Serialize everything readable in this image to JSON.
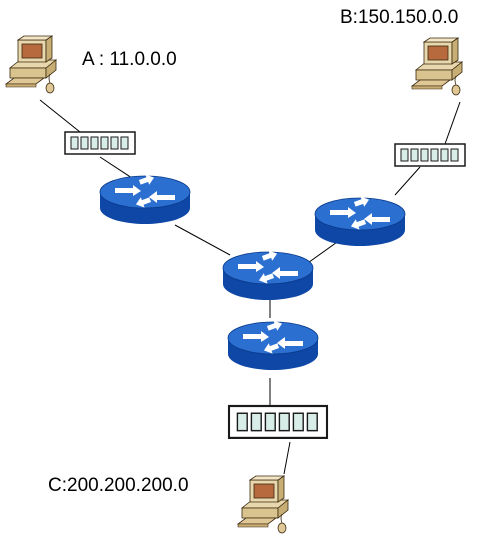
{
  "networks": {
    "a_label": "A : 11.0.0.0",
    "b_label": "B:150.150.0.0",
    "c_label": "C:200.200.200.0"
  },
  "colors": {
    "router_top": "#2b6fd1",
    "router_side": "#0e47a6",
    "router_arrows": "#ffffff",
    "switch_border": "#1a1a1a",
    "switch_port": "#d8ece8",
    "pc_body": "#e9d8ad",
    "pc_screen": "#b86a3f",
    "pc_keyboard": "#e0c796",
    "link_line": "#000000"
  },
  "icons": [
    "computer-icon",
    "switch-icon",
    "router-icon"
  ]
}
